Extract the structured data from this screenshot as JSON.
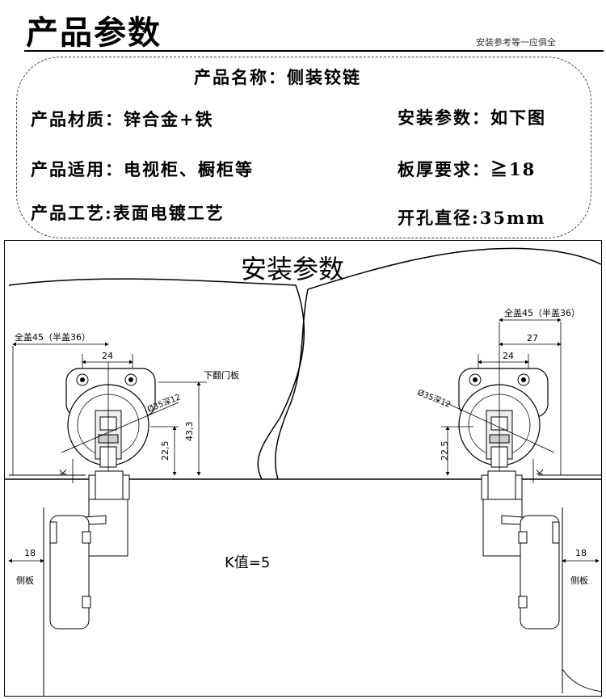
{
  "header": {
    "title": "产品参数",
    "subtitle": "安装参考等一应俱全"
  },
  "specs": {
    "name": "产品名称：侧装铰链",
    "material": "产品材质：锌合金+铁",
    "install": "安装参数：如下图",
    "usage": "产品适用：电视柜、橱柜等",
    "thickness": "板厚要求：≧18",
    "craft": "产品工艺:表面电镀工艺",
    "hole": "开孔直径:35mm"
  },
  "diagram": {
    "title": "安装参数",
    "left": {
      "overlay": "全盖45（半盖36）",
      "dim24": "24",
      "flap_label": "下翻门板",
      "hole_spec": "Ø35深12",
      "dim433": "43,3",
      "dim225": "22,5",
      "k": "K",
      "dim18": "18",
      "side_panel": "侧板"
    },
    "right": {
      "overlay": "全盖45（半盖36）",
      "dim27": "27",
      "dim24": "24",
      "hole_spec": "Ø35深12",
      "dim225": "22,5",
      "k": "K",
      "dim18": "18",
      "side_panel": "侧板"
    },
    "k_value": "K值=5"
  }
}
